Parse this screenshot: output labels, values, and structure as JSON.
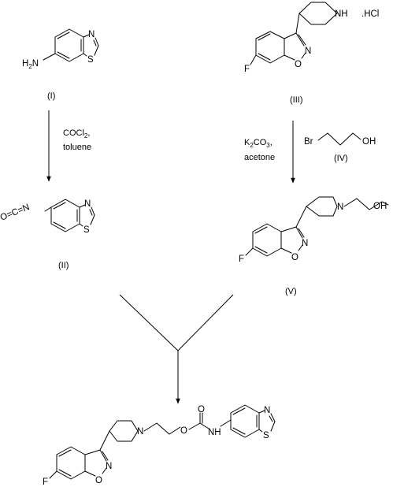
{
  "compounds": {
    "c1": {
      "label": "(I)",
      "amine": "H",
      "amine_sub": "2",
      "amine_n": "N",
      "ring_n": "N",
      "ring_s": "S"
    },
    "c2": {
      "label": "(II)",
      "iso": "O=C=N",
      "ring_n": "N",
      "ring_s": "S"
    },
    "c3": {
      "label": "(III)",
      "salt": ".HCl",
      "nh": "NH",
      "f": "F",
      "o": "O",
      "n": "N"
    },
    "c4": {
      "label": "(IV)",
      "br": "Br",
      "oh": "OH"
    },
    "c5": {
      "label": "(V)",
      "n_pip": "N",
      "oh": "OH",
      "f": "F",
      "o": "O",
      "n": "N"
    },
    "product": {
      "n_pip": "N",
      "o": "O",
      "o_carbonyl": "O",
      "nh": "NH",
      "f": "F",
      "o_iso": "O",
      "n_iso": "N",
      "ring_n": "N",
      "ring_s": "S"
    }
  },
  "reagents": {
    "step1_line1": "COCl",
    "step1_sub": "2",
    "step1_comma": ",",
    "step1_line2": "toluene",
    "step2_k": "K",
    "step2_sub1": "2",
    "step2_co": "CO",
    "step2_sub2": "3",
    "step2_comma": ",",
    "step2_line2": "acetone"
  }
}
